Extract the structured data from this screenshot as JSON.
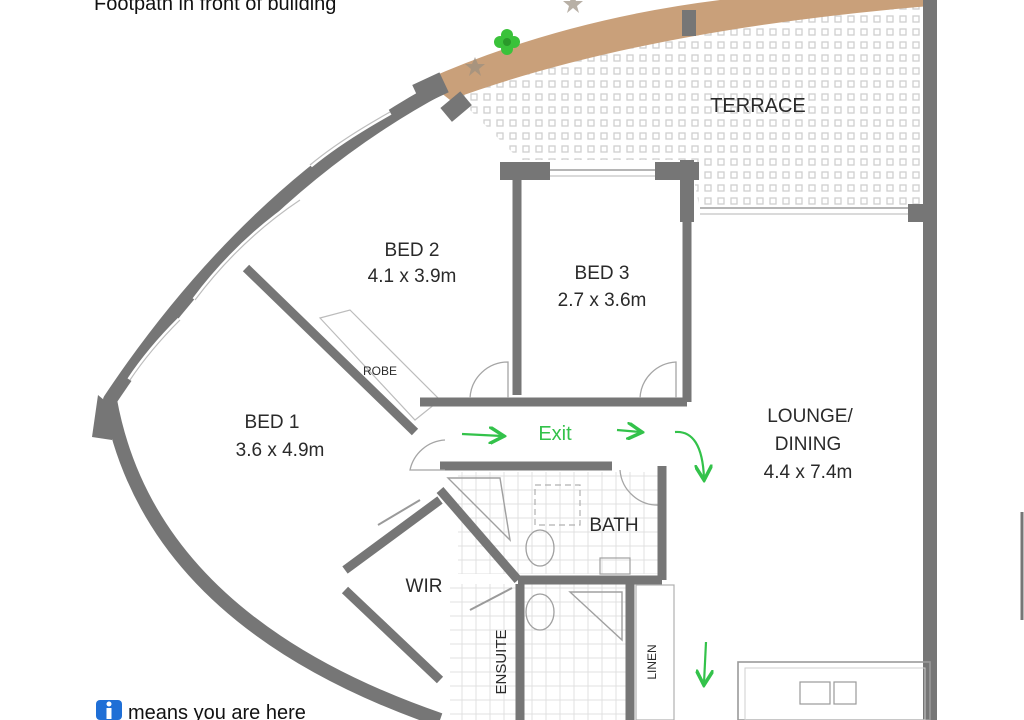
{
  "notes": {
    "footpath": "Footpath in front of building",
    "you_are_here": "means you are here",
    "you_are_here_icon": "info-person-icon"
  },
  "rooms": {
    "bed1": {
      "name": "BED 1",
      "size": "3.6 x 4.9m"
    },
    "bed2": {
      "name": "BED 2",
      "size": "4.1 x 3.9m"
    },
    "bed3": {
      "name": "BED 3",
      "size": "2.7 x 3.6m"
    },
    "lounge": {
      "name_line1": "LOUNGE/",
      "name_line2": "DINING",
      "size": "4.4 x 7.4m"
    },
    "terrace": "TERRACE",
    "robe": "ROBE",
    "bath": "BATH",
    "wir": "WIR",
    "ensuite": "ENSUITE",
    "linen": "LINEN"
  },
  "route": {
    "exit_label": "Exit"
  },
  "colors": {
    "wall": "#767676",
    "footpath": "#c9a07a",
    "route_arrow": "#33c24a",
    "plant": "#3ac23a",
    "tile_grid": "#cfcfcf"
  }
}
